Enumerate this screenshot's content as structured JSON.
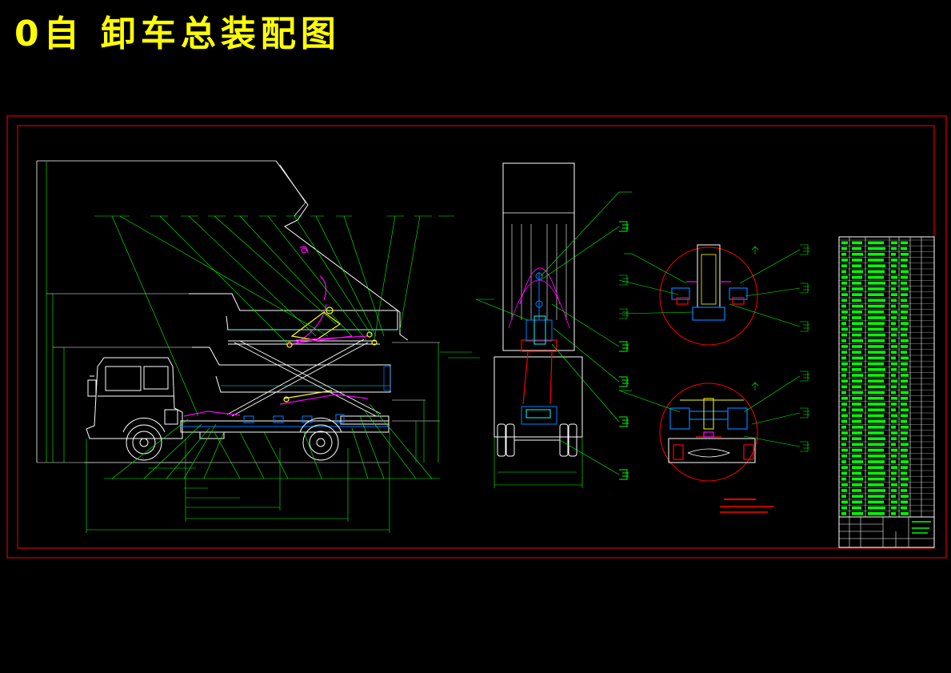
{
  "page": {
    "title": "0自 卸车总装配图"
  },
  "colors": {
    "background": "#000000",
    "title": "#ffff00",
    "frame": "#ff0000",
    "body_lines": "#ffffff",
    "dimension_lines": "#00ff00",
    "leader_lines": "#00ff00",
    "hydraulic": "#ff00ff",
    "fittings": "#0080ff",
    "highlight": "#ffff00",
    "cylinder": "#00ffff",
    "notes_text": "#ff0000"
  },
  "views": [
    "side-view",
    "rear-view",
    "detail-view-top",
    "detail-view-bottom",
    "parts-list",
    "title-block",
    "technical-notes"
  ]
}
